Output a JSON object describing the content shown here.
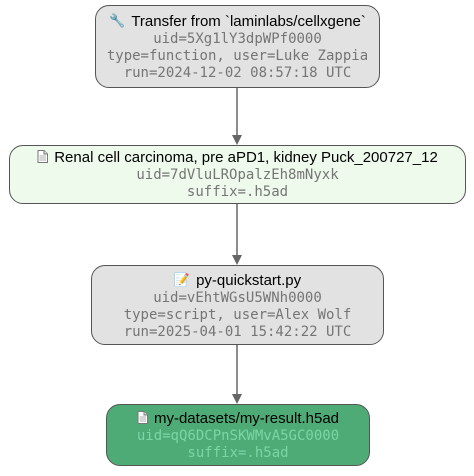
{
  "colors": {
    "transform_fill": "#e2e2e2",
    "artifact_fill": "#eefaec",
    "result_fill": "#4eab76",
    "border": "#555555",
    "meta_text": "#757575",
    "result_meta_text": "#7ad7a4",
    "edge": "#666666"
  },
  "nodes": [
    {
      "kind": "transform",
      "icon": "wrench-icon",
      "icon_glyph": "🔧",
      "title": "Transfer from `laminlabs/cellxgene`",
      "lines": [
        "uid=5Xg1lY3dpWPf0000",
        "type=function, user=Luke Zappia",
        "run=2024-12-02 08:57:18 UTC"
      ]
    },
    {
      "kind": "artifact",
      "icon": "document-icon",
      "title": "Renal cell carcinoma, pre aPD1, kidney Puck_200727_12",
      "lines": [
        "uid=7dVluLROpalzEh8mNyxk",
        "suffix=.h5ad"
      ]
    },
    {
      "kind": "transform",
      "icon": "memo-icon",
      "icon_glyph": "📝",
      "title": "py-quickstart.py",
      "lines": [
        "uid=vEhtWGsU5WNh0000",
        "type=script, user=Alex Wolf",
        "run=2025-04-01 15:42:22 UTC"
      ]
    },
    {
      "kind": "result",
      "icon": "document-icon",
      "title": "my-datasets/my-result.h5ad",
      "lines": [
        "uid=qQ6DCPnSKWMvA5GC0000",
        "suffix=.h5ad"
      ]
    }
  ]
}
